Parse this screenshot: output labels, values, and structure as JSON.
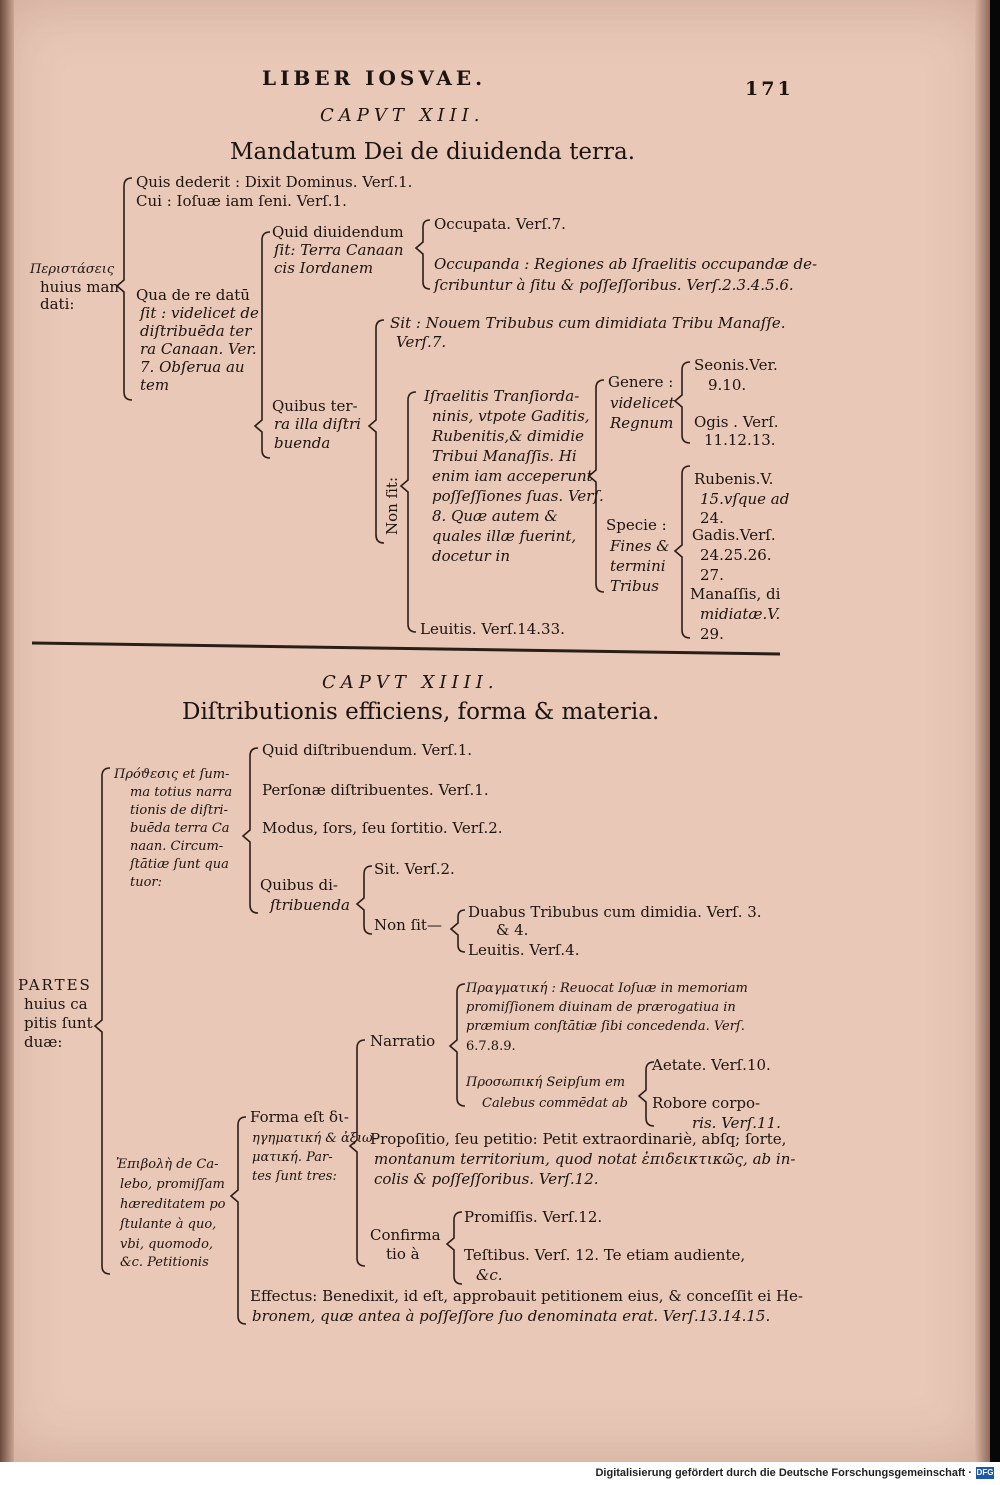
{
  "header": {
    "running_title": "LIBER IOSVAE.",
    "page_number": "171"
  },
  "ch13": {
    "caput": "CAPVT XIII.",
    "title": "Mandatum Dei de diuidenda terra.",
    "root": [
      "Περιστάσεις",
      "huius man",
      "dati:"
    ],
    "quis": "Quis dederit : Dixit Dominus. Verſ.1.",
    "cui": "Cui : Ioſuæ iam ſeni. Verſ.1.",
    "qua": [
      "Qua de re datū",
      "ſit : videlicet de",
      "diſtribuēda ter",
      "ra Canaan. Ver.",
      "7. Obſerua au",
      "tem"
    ],
    "quid": [
      "Quid diuidendum",
      "ſit: Terra Canaan",
      "cis Iordanem"
    ],
    "occupata": "Occupata. Verſ.7.",
    "occupanda": [
      "Occupanda : Regiones ab Iſraelitis occupandæ de-",
      "ſcribuntur à ſitu & poſſeſſoribus. Verſ.2.3.4.5.6."
    ],
    "quibus": [
      "Quibus ter-",
      "ra illa diſtri",
      "buenda"
    ],
    "sit": [
      "Sit : Nouem Tribubus cum dimidiata Tribu Manaſſe.",
      "Verſ.7."
    ],
    "non_sit": "Non ſit:",
    "israelitis": [
      "Iſraelitis Tranſiorda-",
      "ninis, vtpote Gaditis,",
      "Rubenitis,& dimidie",
      "Tribui Manaſſis. Hi",
      "enim iam acceperunt",
      "poſſeſſiones ſuas. Verſ.",
      "8. Quæ autem &",
      "quales illæ fuerint,",
      "docetur in"
    ],
    "genere": [
      "Genere :",
      "videlicet",
      "Regnum"
    ],
    "seonis": [
      "Seonis.Ver.",
      "9.10."
    ],
    "ogis": [
      "Ogis . Verſ.",
      "11.12.13."
    ],
    "specie": [
      "Specie :",
      "Fines &",
      "termini",
      "Tribus"
    ],
    "rubenis": [
      "Rubenis.V.",
      "15.vſque ad",
      "24."
    ],
    "gadis": [
      "Gadis.Verſ.",
      "24.25.26.",
      "27."
    ],
    "manassis": [
      "Manaſſis, di",
      "midiatæ.V.",
      "29."
    ],
    "leuitis": "Leuitis. Verſ.14.33."
  },
  "ch14": {
    "caput": "CAPVT XIIII.",
    "title": "Diſtributionis efficiens, forma & materia.",
    "root": [
      "PARTES",
      "huius ca",
      "pitis ſunt",
      "duæ:"
    ],
    "prothesis": [
      "Πρόϑεσις et ſum-",
      "ma totius narra",
      "tionis de diſtri-",
      "buēda terra Ca",
      "naan. Circum-",
      "ſtātiæ ſunt qua",
      "tuor:"
    ],
    "quid": "Quid diſtribuendum. Verſ.1.",
    "personae": "Perſonæ diſtribuentes. Verſ.1.",
    "modus": "Modus, ſors, ſeu ſortitio. Verſ.2.",
    "quibus": [
      "Quibus di-",
      "ſtribuenda"
    ],
    "sit": "Sit. Verſ.2.",
    "non_sit": "Non ſit—",
    "duabus": [
      "Duabus Tribubus cum dimidia. Verſ. 3.",
      "& 4."
    ],
    "leuitis": "Leuitis. Verſ.4.",
    "epibole": [
      "Ἐπιβολὴ de Ca-",
      "lebo, promiſſam",
      "hæreditatem po",
      "ſtulante à quo,",
      "vbi, quomodo,",
      "&c. Petitionis"
    ],
    "forma": [
      "Forma eſt δι-",
      "ηγηματική & ἀξιω-",
      "ματική. Par-",
      "tes ſunt tres:"
    ],
    "narratio": "Narratio",
    "pragmatike": [
      "Πραγματική : Reuocat Ioſuæ in memoriam",
      "promiſſionem diuinam de prærogatiua in",
      "præmium conſtātiæ ſibi concedenda. Verſ.",
      "6.7.8.9."
    ],
    "prosopike": [
      "Προσωπική Seipſum em",
      "Calebus commēdat ab"
    ],
    "aetate": "Aetate. Verſ.10.",
    "robore": [
      "Robore corpo-",
      "ris. Verſ.11."
    ],
    "propositio": [
      "Propoſitio, ſeu petitio: Petit extraordinariè, abſq; ſorte,",
      "montanum territorium, quod notat ἐπιδεικτικῶς, ab in-",
      "colis & poſſeſſoribus. Verſ.12."
    ],
    "confirmatio": [
      "Confirma",
      "tio à"
    ],
    "promissis": "Promiſſis. Verſ.12.",
    "testibus": [
      "Teſtibus. Verſ. 12. Te etiam audiente,",
      "&c."
    ],
    "effectus": [
      "Effectus: Benedixit, id eſt, approbauit petitionem eius, & conceſſit ei He-",
      "bronem, quæ antea à poſſeſſore ſuo denominata erat. Verſ.13.14.15."
    ]
  },
  "footer": {
    "credit": "Digitalisierung gefördert durch die Deutsche Forschungsgemeinschaft ·",
    "logo": "DFG"
  }
}
